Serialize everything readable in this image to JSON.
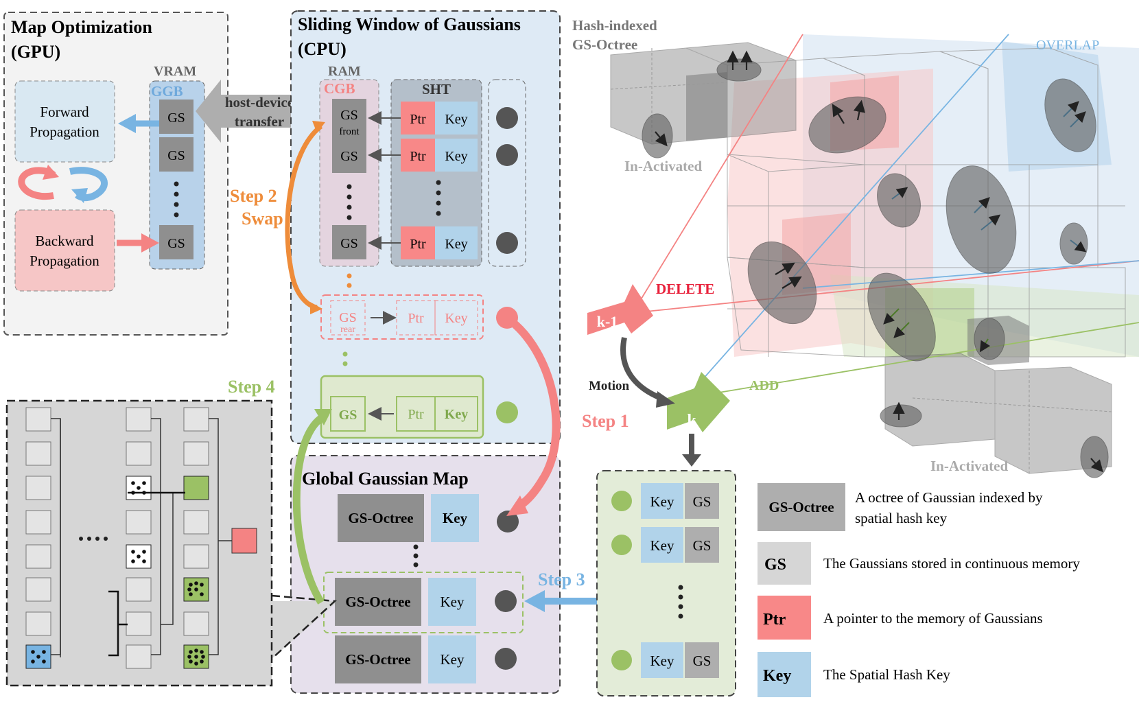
{
  "map_opt": {
    "title1": "Map Optimization",
    "title2": "(GPU)",
    "vram": "VRAM",
    "ggb": "GGB",
    "gs": "GS",
    "forward1": "Forward",
    "forward2": "Propagation",
    "backward1": "Backward",
    "backward2": "Propagation"
  },
  "transfer": {
    "line1": "host-device",
    "line2": "transfer"
  },
  "sliding": {
    "title1": "Sliding Window of Gaussians",
    "title2": "(CPU)",
    "ram": "RAM",
    "cgb": "CGB",
    "sht": "SHT",
    "gs": "GS",
    "front": "front",
    "rear": "rear",
    "ptr": "Ptr",
    "key": "Key"
  },
  "steps": {
    "step1": "Step 1",
    "step2a": "Step 2",
    "step2b": "Swap",
    "step3": "Step 3",
    "step4": "Step 4"
  },
  "global_map": {
    "title": "Global Gaussian Map",
    "octree": "GS-Octree",
    "key": "Key"
  },
  "scene": {
    "hash_indexed1": "Hash-indexed",
    "hash_indexed2": "GS-Octree",
    "overlap": "OVERLAP",
    "inactivated_top": "In-Activated",
    "inactivated_bottom": "In-Activated",
    "delete": "DELETE",
    "add": "ADD",
    "motion": "Motion",
    "k_minus": "k-1",
    "k": "k"
  },
  "keylist": {
    "key": "Key",
    "gs": "GS"
  },
  "legend": [
    {
      "term": "GS-Octree",
      "desc1": "A octree of Gaussian indexed by",
      "desc2": "spatial hash key"
    },
    {
      "term": "GS",
      "desc1": "The Gaussians stored in continuous memory",
      "desc2": ""
    },
    {
      "term": "Ptr",
      "desc1": "A pointer to the memory of Gaussians",
      "desc2": ""
    },
    {
      "term": "Key",
      "desc1": "The Spatial Hash Key",
      "desc2": ""
    }
  ],
  "colors": {
    "red": "#f48383",
    "blue": "#78b4e2",
    "green": "#9bc165",
    "orange": "#ee8c3a",
    "gray": "#8f8f8f",
    "key_blue": "#b1d3ea",
    "ptr_red": "#f88888"
  }
}
